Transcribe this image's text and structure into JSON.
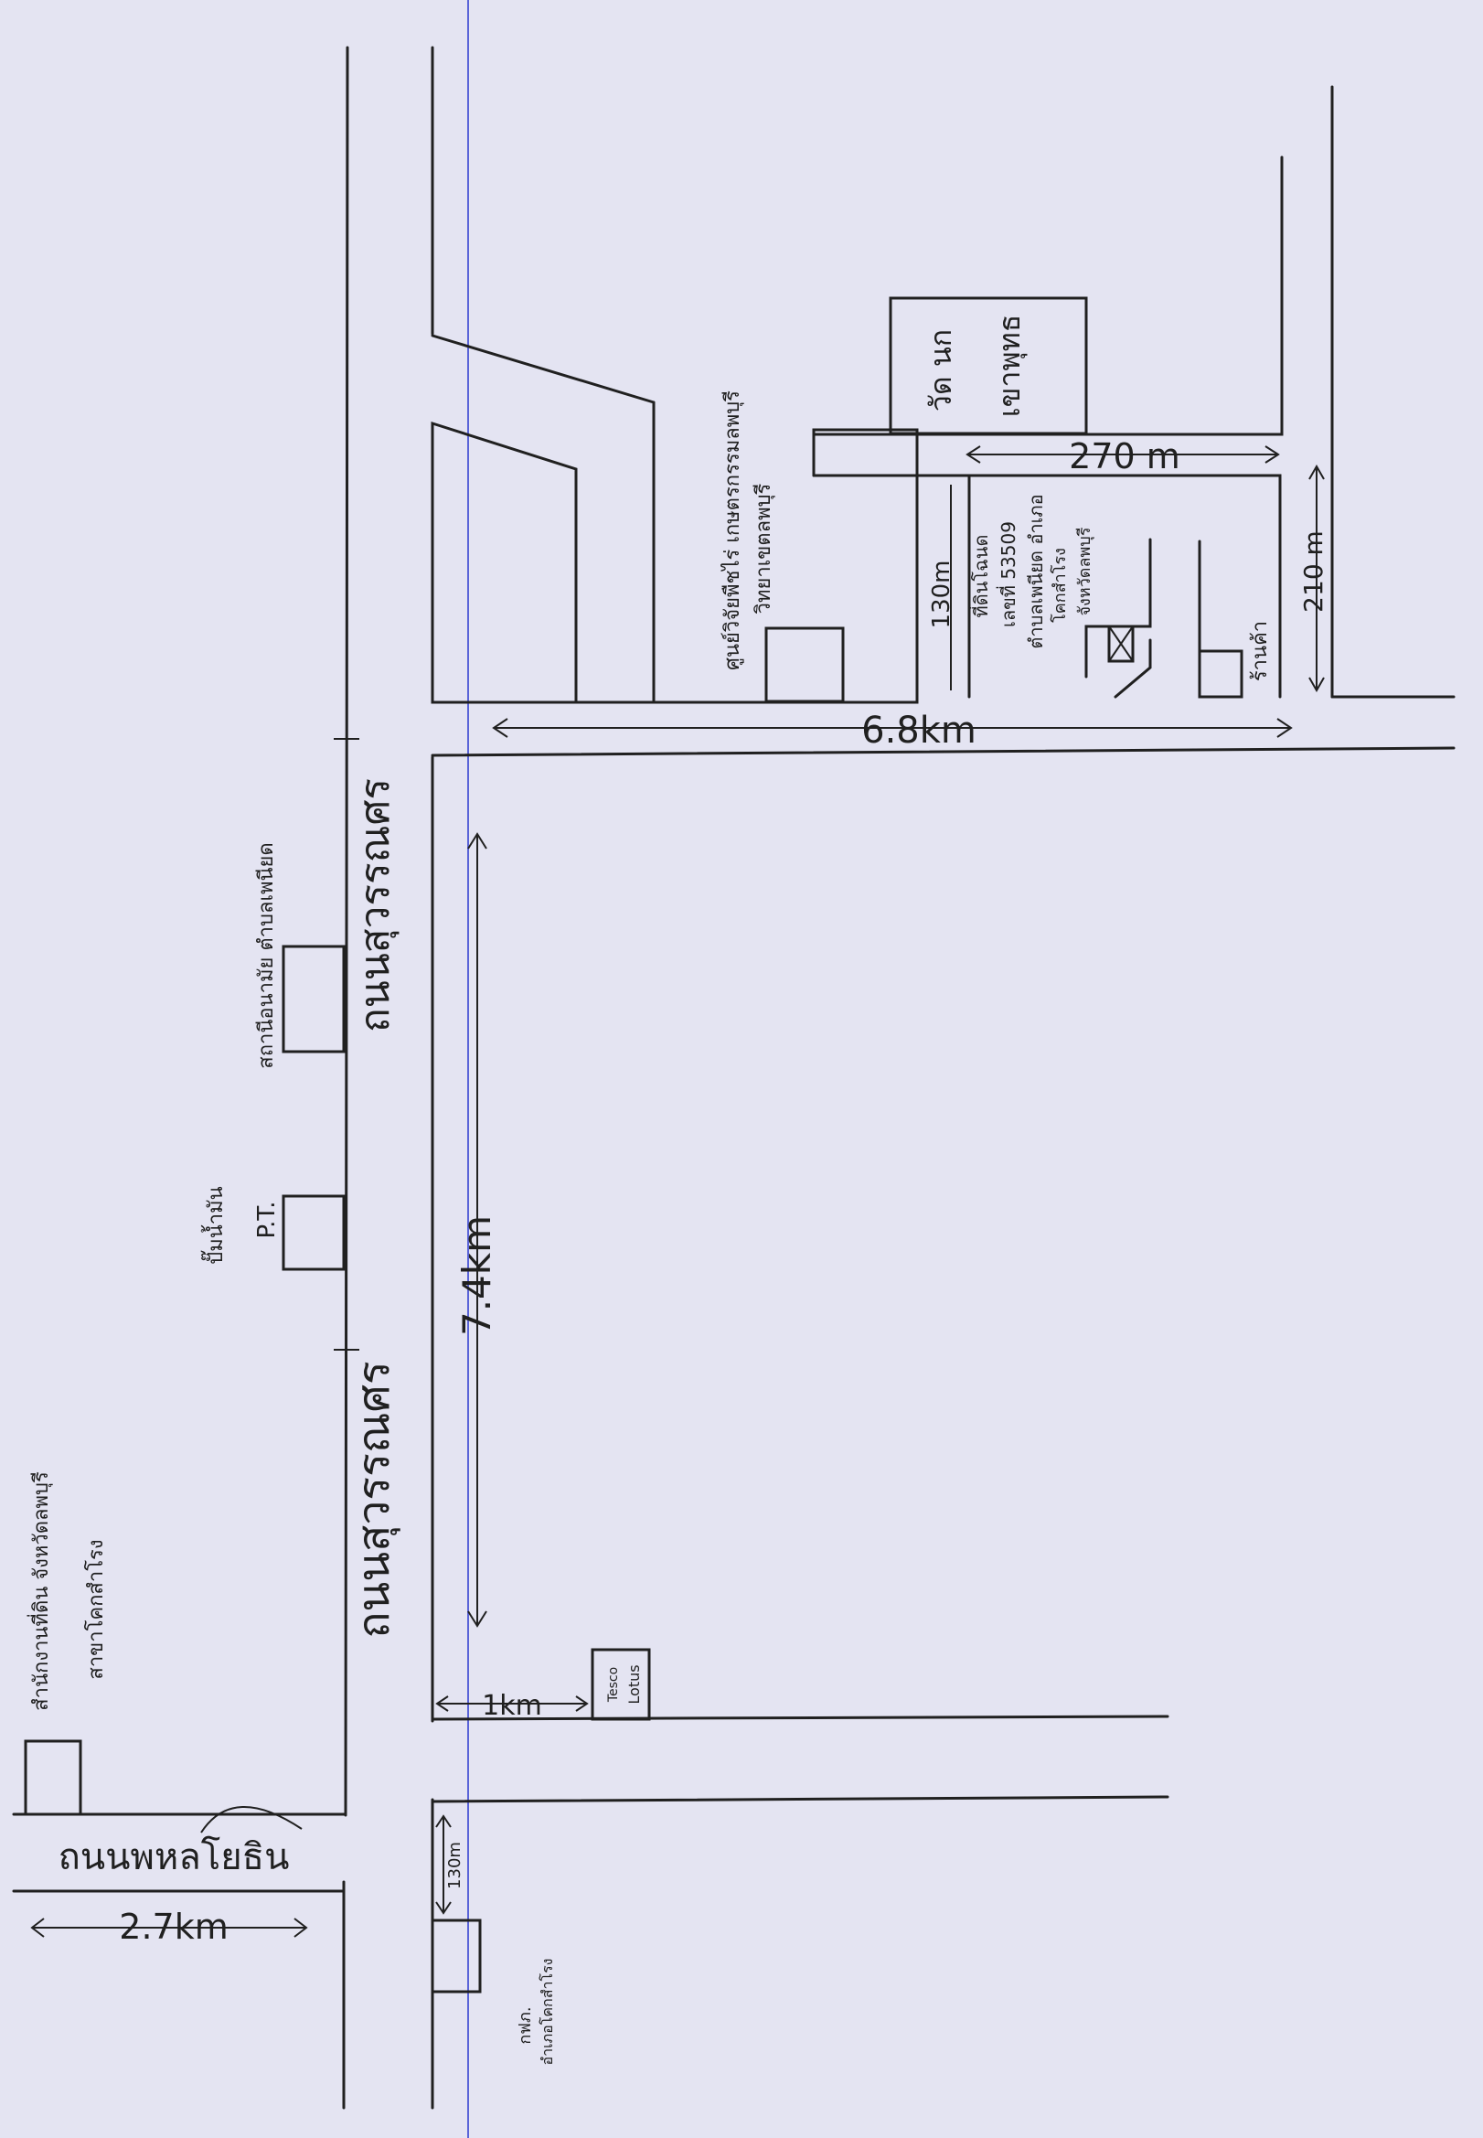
{
  "colors": {
    "paper": "#e4e4f2",
    "ink": "#202020",
    "guide": "#5a64d8"
  },
  "roads": {
    "highway_label": "ถนนสุวรรณศร",
    "highway_label_north": "ถนนสุวรรณศร",
    "phahon_label": "ถนนพหลโยธิน"
  },
  "distances": {
    "d_2_7": "2.7km",
    "d_130_south": "130m",
    "d_1km": "1km",
    "d_7_4": "7.4km",
    "d_6_8": "6.8km",
    "d_270": "270 m",
    "d_130_north": "130m",
    "d_210": "210 m"
  },
  "places": {
    "post_office_l1": "สำนักงานที่ดิน จังหวัดลพบุรี",
    "post_office_l2": "สาขาโคกสำโรง",
    "pt_station_l1": "ปั๊มน้ำมัน",
    "pt_station_l2": "P.T.",
    "health_center": "สถานีอนามัย ตำบลเพนียด",
    "tesco_l1": "Tesco",
    "tesco_l2": "Lotus",
    "pea_l1": "กฟภ.",
    "pea_l2": "อำเภอโคกสำโรง",
    "agri_l1": "ศูนย์วิจัยพืชไร่ เกษตรกรรมลพบุรี",
    "agri_l2": "วิทยาเขตลพบุรี",
    "temple_l1": "วัด นก",
    "temple_l2": "เขาพุทธ",
    "target_l1": "ที่ดินโฉนด",
    "target_l2": "เลขที่ 53509",
    "target_l3": "ตำบลเพนียด อำเภอ",
    "target_l4": "โคกสำโรง",
    "target_l5": "จังหวัดลพบุรี",
    "shop": "ร้านค้า"
  }
}
